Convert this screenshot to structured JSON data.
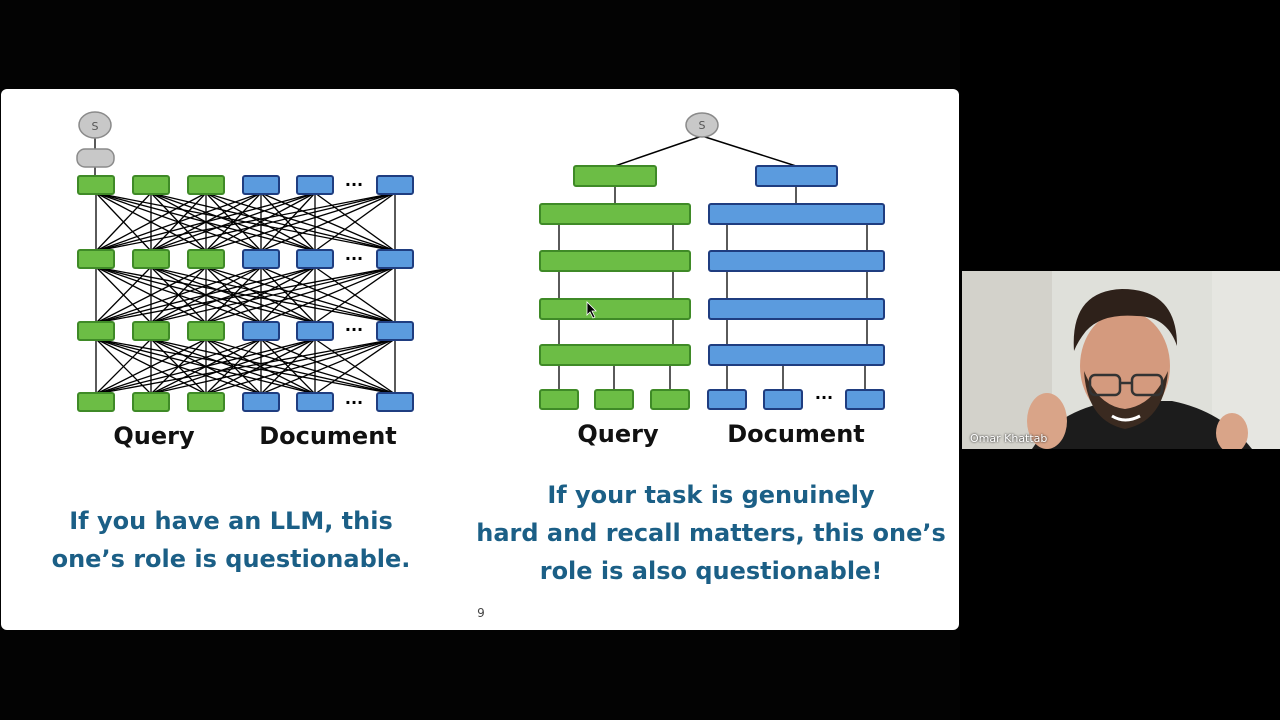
{
  "slide": {
    "left_diagram": {
      "score_node": "S",
      "ellipsis": "···",
      "query_label": "Query",
      "document_label": "Document"
    },
    "right_diagram": {
      "score_node": "S",
      "ellipsis": "···",
      "query_label": "Query",
      "document_label": "Document"
    },
    "caption_left": [
      "If you have an LLM, this",
      "one’s role is questionable."
    ],
    "caption_right": [
      "If your task is genuinely",
      "hard and recall matters, this one’s",
      "role is also questionable!"
    ],
    "page_number": "9"
  },
  "participant": {
    "name": "Omar Khattab"
  },
  "colors": {
    "query_green": "#6cbd45",
    "query_green_border": "#3f8a27",
    "doc_blue": "#5b9bde",
    "doc_blue_border": "#1f3d80",
    "node_gray": "#c8c8c8",
    "caption_blue": "#1b5f86"
  }
}
